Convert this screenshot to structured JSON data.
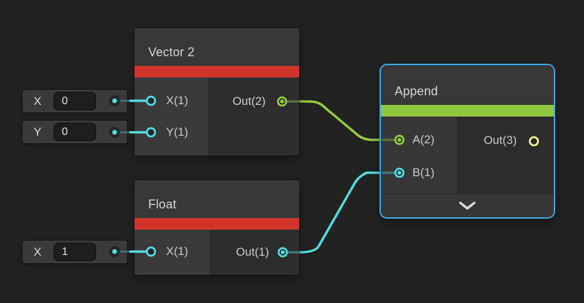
{
  "graph": {
    "background_color": "#222222",
    "selection_color": "#3ba9e8",
    "type_colors": {
      "float": "#4fdde2",
      "float_dim": "#3d7478",
      "vector2": "#94cb3d",
      "vector2_dim": "#53703e",
      "vector3": "#f2ee88"
    },
    "nodes": {
      "vector2": {
        "title": "Vector 2",
        "accent_color": "#cf352b",
        "inputs": [
          {
            "label": "X(1)"
          },
          {
            "label": "Y(1)"
          }
        ],
        "output": {
          "label": "Out(2)"
        }
      },
      "float": {
        "title": "Float",
        "accent_color": "#cf352b",
        "inputs": [
          {
            "label": "X(1)"
          }
        ],
        "output": {
          "label": "Out(1)"
        }
      },
      "append": {
        "title": "Append",
        "accent_color": "#90c73c",
        "selected": true,
        "inputs": [
          {
            "label": "A(2)"
          },
          {
            "label": "B(1)"
          }
        ],
        "output": {
          "label": "Out(3)"
        },
        "collapse_icon": "chevron-down"
      }
    },
    "inline_widgets": [
      {
        "label": "X",
        "value": "0",
        "attached_to": "Vector 2.X(1)"
      },
      {
        "label": "Y",
        "value": "0",
        "attached_to": "Vector 2.Y(1)"
      },
      {
        "label": "X",
        "value": "1",
        "attached_to": "Float.X(1)"
      }
    ],
    "edges": [
      {
        "from": "Vector 2.Out(2)",
        "to": "Append.A(2)",
        "color": "#94cb3d"
      },
      {
        "from": "Float.Out(1)",
        "to": "Append.B(1)",
        "color": "#4fdde2"
      }
    ]
  }
}
